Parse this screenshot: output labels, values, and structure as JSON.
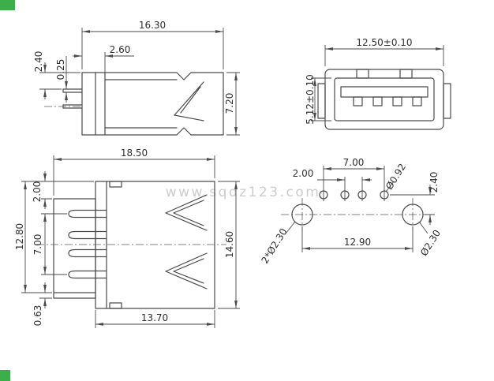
{
  "watermark": "www.sqdz123.com",
  "colors": {
    "line": "#4a4a4a",
    "dimension_text": "#2f2f2f",
    "watermark": "#cccccc",
    "corner_mark": "#3cae4a",
    "background": "#ffffff"
  },
  "side_view": {
    "dim_total_width": "16.30",
    "dim_pin_offset": "2.60",
    "dim_top_height": "2.40",
    "dim_pin_thickness": "0.25",
    "dim_body_height": "7.20"
  },
  "front_view": {
    "dim_width": "12.50±0.10",
    "dim_height": "5.12±0.10"
  },
  "top_view": {
    "dim_total_width": "18.50",
    "dim_top_edge": "2.00",
    "dim_shell_height": "12.80",
    "dim_pin_span": "7.00",
    "dim_bottom_edge": "0.63",
    "dim_body_length": "13.70",
    "dim_total_height": "14.60"
  },
  "pcb_view": {
    "dim_pin_span": "7.00",
    "dim_pin_pitch": "2.00",
    "dim_pin_hole_dia": "Ø0.92",
    "dim_row_offset": "2.40",
    "dim_mount_span": "12.90",
    "dim_mount_dia": "Ø2.30",
    "dim_mount_note": "2*Ø2.30"
  }
}
